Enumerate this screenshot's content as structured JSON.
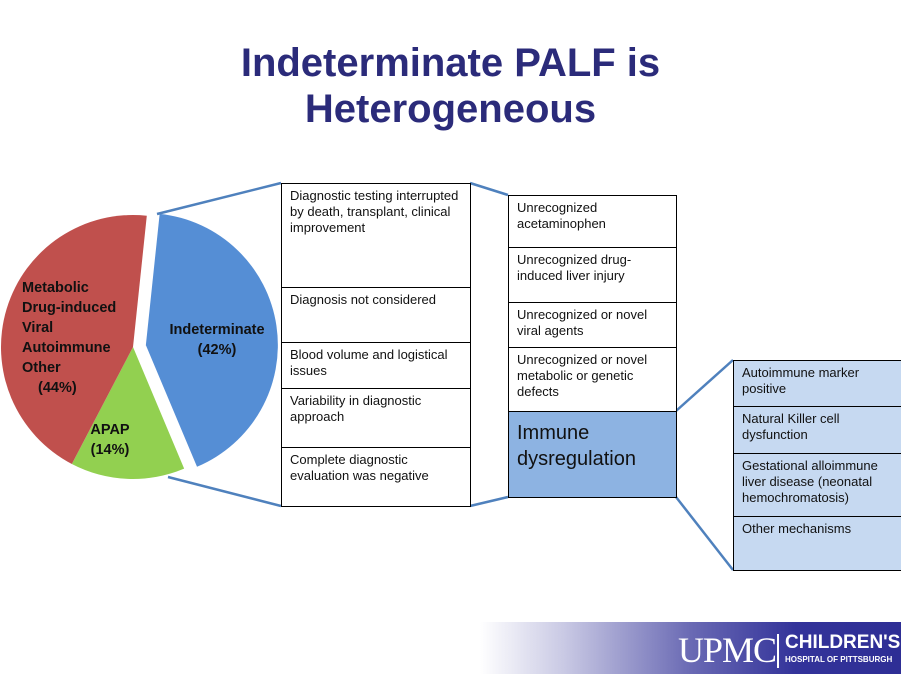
{
  "title_line1": "Indeterminate PALF is",
  "title_line2": "Heterogeneous",
  "pie": {
    "slices": [
      {
        "label": "Indeterminate",
        "pct_label": "(42%)",
        "value": 42,
        "color": "#558ed5"
      },
      {
        "label": "APAP",
        "pct_label": "(14%)",
        "value": 14,
        "color": "#92d050"
      },
      {
        "label_lines": [
          "Metabolic",
          "Drug-induced",
          "Viral",
          "Autoimmune",
          "Other"
        ],
        "pct_label": "(44%)",
        "value": 44,
        "color": "#c0504d"
      }
    ]
  },
  "reasons": [
    "Diagnostic testing interrupted by death, transplant, clinical improvement",
    "Diagnosis not considered",
    "Blood volume and logistical issues",
    "Variability in diagnostic approach",
    "Complete diagnostic evaluation was negative"
  ],
  "causes": [
    "Unrecognized acetaminophen",
    "Unrecognized drug-induced liver injury",
    "Unrecognized or novel viral agents",
    "Unrecognized or novel metabolic or genetic defects",
    "Immune dysregulation"
  ],
  "immune": [
    "Autoimmune marker positive",
    "Natural Killer cell dysfunction",
    "Gestational alloimmune liver disease (neonatal hemochromatosis)",
    "Other mechanisms"
  ],
  "logo": {
    "upmc": "UPMC",
    "childrens": "CHILDREN'S",
    "hospital": "HOSPITAL OF PITTSBURGH"
  },
  "colors": {
    "connector": "#4f81bd",
    "title": "#2b2b7a"
  }
}
